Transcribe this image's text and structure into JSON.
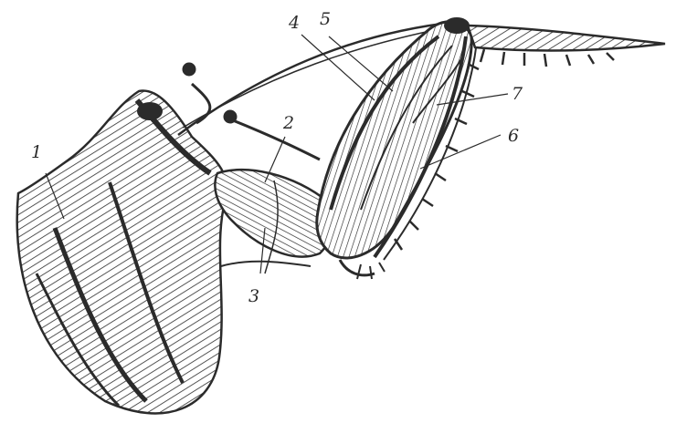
{
  "figure": {
    "labels": {
      "l1": "1",
      "l2": "2",
      "l3": "3",
      "l4": "4",
      "l5": "5",
      "l6": "6",
      "l7": "7"
    },
    "ink_color": "#2b2b2b",
    "paper_color": "#ffffff"
  }
}
